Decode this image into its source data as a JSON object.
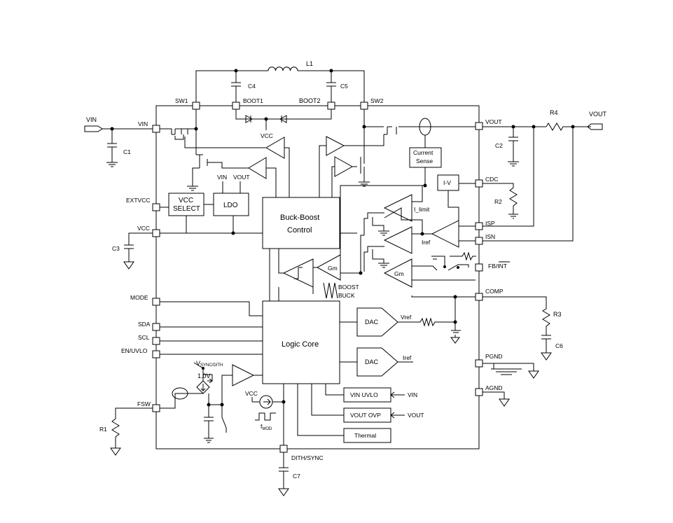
{
  "external_labels": {
    "vin": "VIN",
    "vout": "VOUT",
    "l1": "L1",
    "c1": "C1",
    "c2": "C2",
    "c3": "C3",
    "c4": "C4",
    "c5": "C5",
    "c6": "C6",
    "c7": "C7",
    "r1": "R1",
    "r2": "R2",
    "r3": "R3",
    "r4": "R4"
  },
  "pins": {
    "sw1": "SW1",
    "boot1": "BOOT1",
    "boot2": "BOOT2",
    "sw2": "SW2",
    "vin": "VIN",
    "extvcc": "EXTVCC",
    "vcc": "VCC",
    "mode": "MODE",
    "sda": "SDA",
    "scl": "SCL",
    "en_uvlo": "EN/UVLO",
    "fsw": "FSW",
    "dith_sync": "DITH/SYNC",
    "vout": "VOUT",
    "cdc": "CDC",
    "isp": "ISP",
    "isn": "ISN",
    "fb_int": "FB/INT",
    "comp": "COMP",
    "pgnd": "PGND",
    "agnd": "AGND"
  },
  "blocks": {
    "vcc_select_1": "VCC",
    "vcc_select_2": "SELECT",
    "ldo": "LDO",
    "buck_boost_1": "Buck-Boost",
    "buck_boost_2": "Control",
    "logic_core": "Logic Core",
    "current_sense_1": "Current",
    "current_sense_2": "Sense",
    "iv": "I-V",
    "dac1": "DAC",
    "dac2": "DAC",
    "vin_uvlo": "VIN UVLO",
    "vout_ovp": "VOUT OVP",
    "thermal": "Thermal",
    "gm1": "Gm",
    "gm2": "Gm"
  },
  "signals": {
    "vcc_boot": "VCC",
    "ldo_vin": "VIN",
    "ldo_vout": "VOUT",
    "i_limit": "I_limit",
    "iref_amp": "Iref",
    "vref": "Vref",
    "iref_dac": "Iref",
    "boost": "BOOST",
    "buck": "BUCK",
    "v_sync_dith_main": "V",
    "v_sync_dith_sub": "SYNC/DITH",
    "v1": "1.0V",
    "vcc_osc": "VCC",
    "fmod": "f",
    "fmod_sub": "MOD",
    "uvlo_in": "VIN",
    "ovp_in": "VOUT"
  }
}
